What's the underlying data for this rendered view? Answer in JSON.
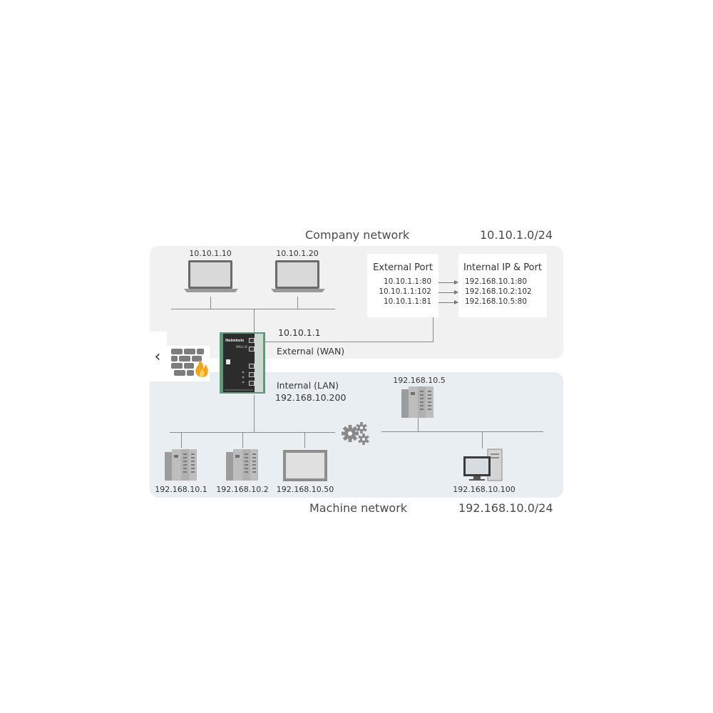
{
  "company": {
    "title": "Company network",
    "subnet": "10.10.1.0/24"
  },
  "machine": {
    "title": "Machine network",
    "subnet": "192.168.10.0/24"
  },
  "laptops": [
    {
      "ip": "10.10.1.10"
    },
    {
      "ip": "10.10.1.20"
    }
  ],
  "nat_table": {
    "external_header": "External Port",
    "internal_header": "Internal IP & Port",
    "rows": [
      {
        "external": "10.10.1.1:80",
        "internal": "192.168.10.1:80"
      },
      {
        "external": "10.10.1.1:102",
        "internal": "192.168.10.2:102"
      },
      {
        "external": "10.10.1.1:81",
        "internal": "192.168.10.5:80"
      }
    ]
  },
  "router": {
    "brand": "Helmholz",
    "model": "WALL IE",
    "wan_ip": "10.10.1.1",
    "wan_label": "External (WAN)",
    "lan_label": "Internal (LAN)",
    "lan_ip": "192.168.10.200"
  },
  "machine_devices": [
    {
      "ip": "192.168.10.1",
      "icon": "plc-icon"
    },
    {
      "ip": "192.168.10.2",
      "icon": "plc-icon"
    },
    {
      "ip": "192.168.10.50",
      "icon": "hmi-panel-icon"
    },
    {
      "ip": "192.168.10.5",
      "icon": "plc-icon"
    },
    {
      "ip": "192.168.10.100",
      "icon": "workstation-icon"
    }
  ],
  "nav": {
    "prev_symbol": "‹"
  },
  "colors": {
    "company_zone": "#f1f1f1",
    "machine_zone": "#e8eef2",
    "router_green": "#5f9a78",
    "fire": "#f2a51c"
  }
}
